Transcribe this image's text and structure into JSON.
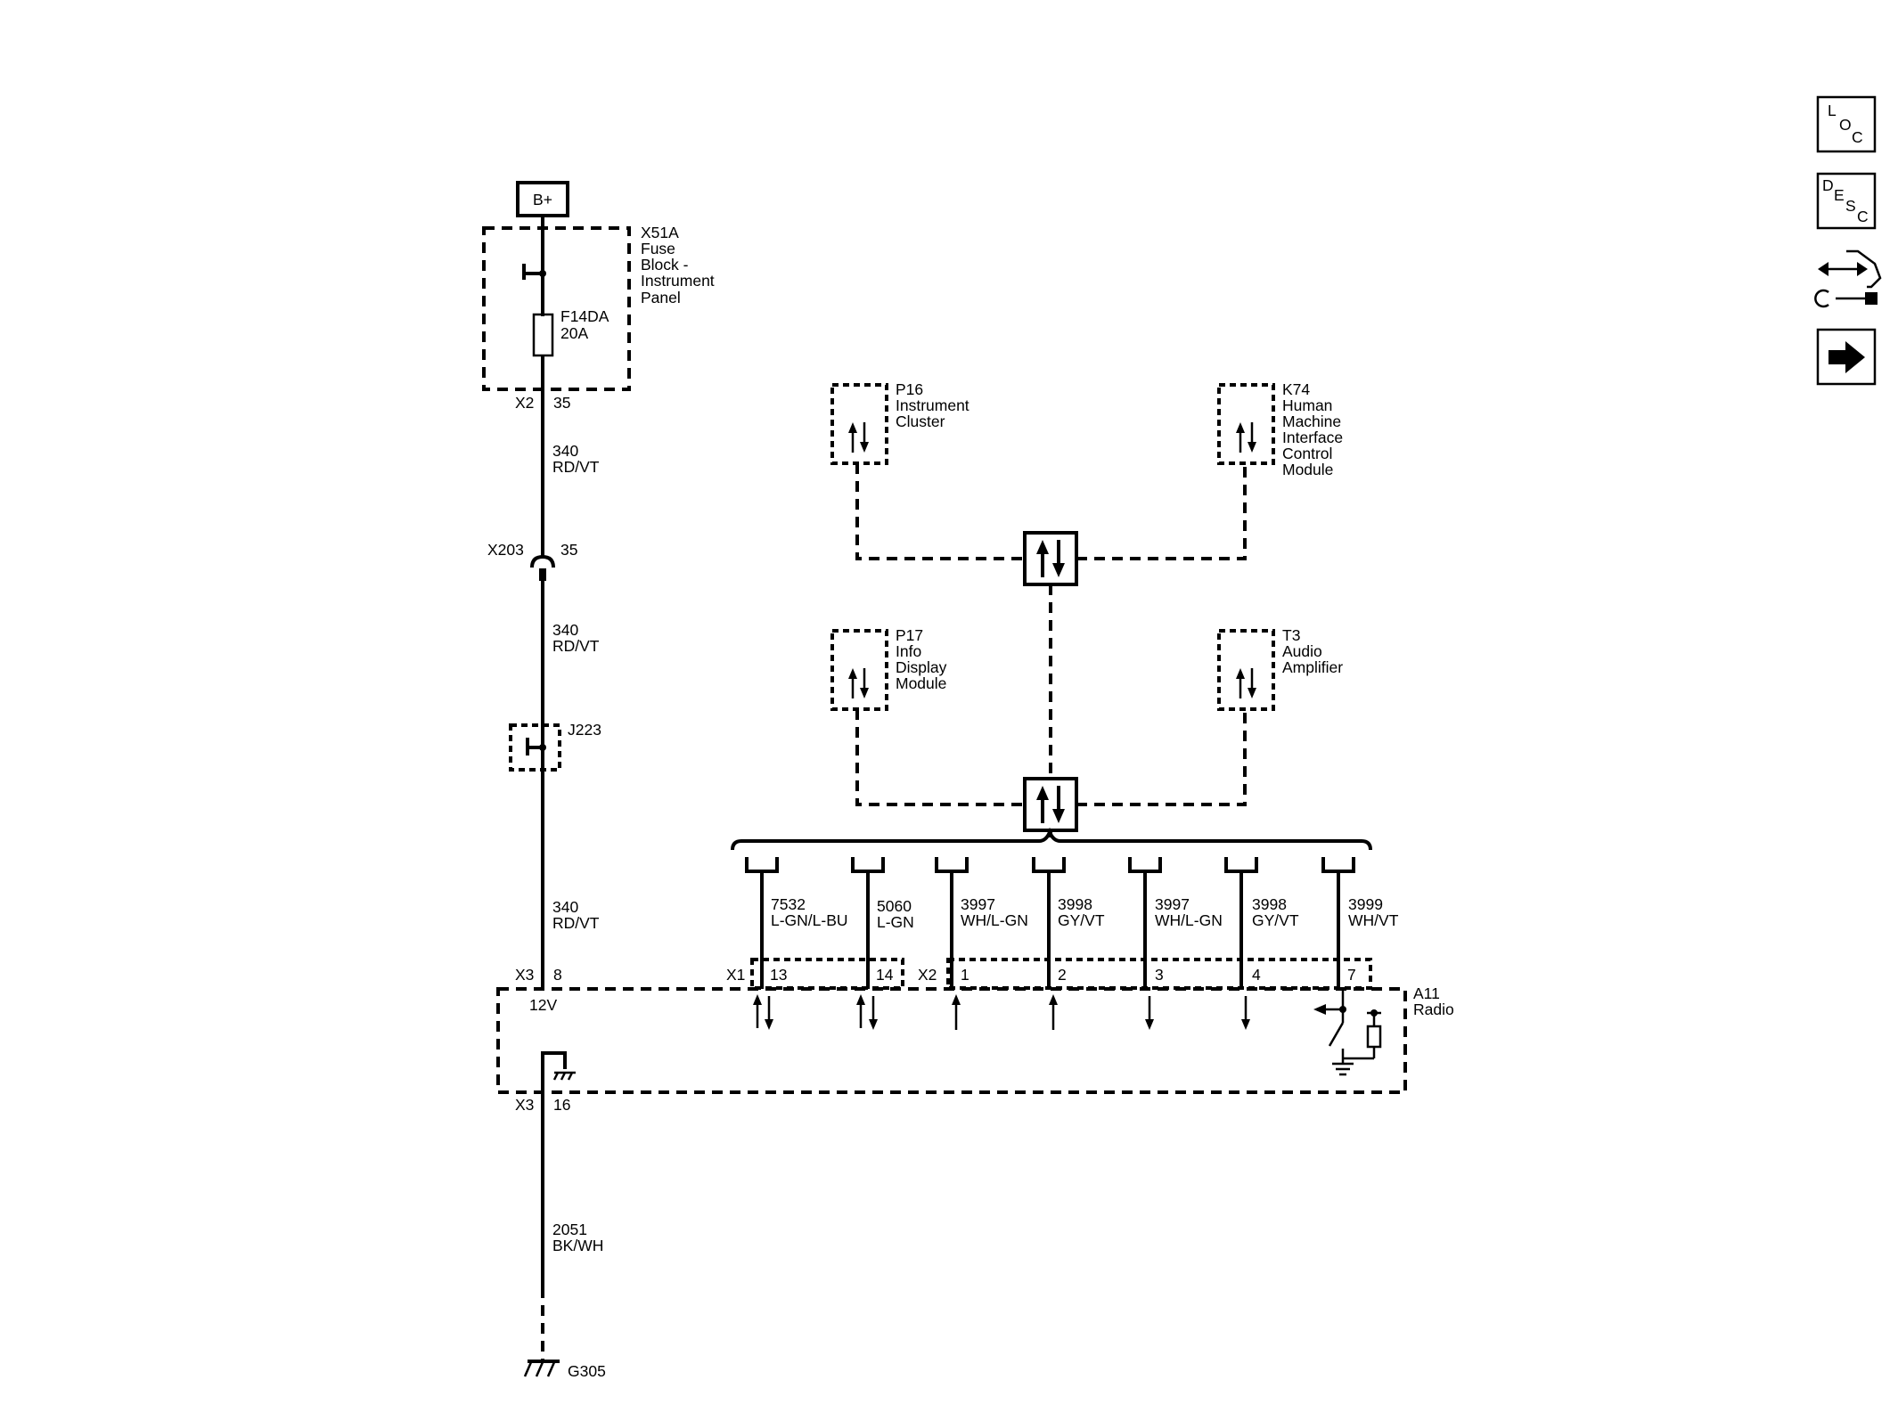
{
  "power": {
    "battery": "B+"
  },
  "fuse_block": {
    "ref": "X51A",
    "line1": "Fuse",
    "line2": "Block -",
    "line3": "Instrument",
    "line4": "Panel",
    "fuse_ref": "F14DA",
    "fuse_rating": "20A",
    "connector": "X2",
    "pin": "35"
  },
  "wire1": {
    "circuit": "340",
    "color": "RD/VT"
  },
  "inline_connector": {
    "ref": "X203",
    "pin": "35"
  },
  "wire2": {
    "circuit": "340",
    "color": "RD/VT"
  },
  "splice": {
    "ref": "J223"
  },
  "wire3": {
    "circuit": "340",
    "color": "RD/VT"
  },
  "radio_power": {
    "connector": "X3",
    "pin": "8",
    "voltage": "12V"
  },
  "radio_ground": {
    "connector": "X3",
    "pin": "16"
  },
  "ground_wire": {
    "circuit": "2051",
    "color": "BK/WH"
  },
  "ground": {
    "ref": "G305"
  },
  "modules": {
    "p16": {
      "ref": "P16",
      "line1": "Instrument",
      "line2": "Cluster"
    },
    "k74": {
      "ref": "K74",
      "line1": "Human",
      "line2": "Machine",
      "line3": "Interface",
      "line4": "Control",
      "line5": "Module"
    },
    "p17": {
      "ref": "P17",
      "line1": "Info",
      "line2": "Display",
      "line3": "Module"
    },
    "t3": {
      "ref": "T3",
      "line1": "Audio",
      "line2": "Amplifier"
    }
  },
  "radio": {
    "ref": "A11",
    "name": "Radio",
    "x1": "X1",
    "x2": "X2"
  },
  "radio_pins": [
    {
      "circuit": "7532",
      "color": "L-GN/L-BU",
      "pin": "13"
    },
    {
      "circuit": "5060",
      "color": "L-GN",
      "pin": "14"
    },
    {
      "circuit": "3997",
      "color": "WH/L-GN",
      "pin": "1"
    },
    {
      "circuit": "3998",
      "color": "GY/VT",
      "pin": "2"
    },
    {
      "circuit": "3997",
      "color": "WH/L-GN",
      "pin": "3"
    },
    {
      "circuit": "3998",
      "color": "GY/VT",
      "pin": "4"
    },
    {
      "circuit": "3999",
      "color": "WH/VT",
      "pin": "7"
    }
  ],
  "nav_buttons": {
    "loc": {
      "l1": "L",
      "l2": "O",
      "l3": "C"
    },
    "desc": {
      "l1": "D",
      "l2": "E",
      "l3": "S",
      "l4": "C"
    }
  }
}
